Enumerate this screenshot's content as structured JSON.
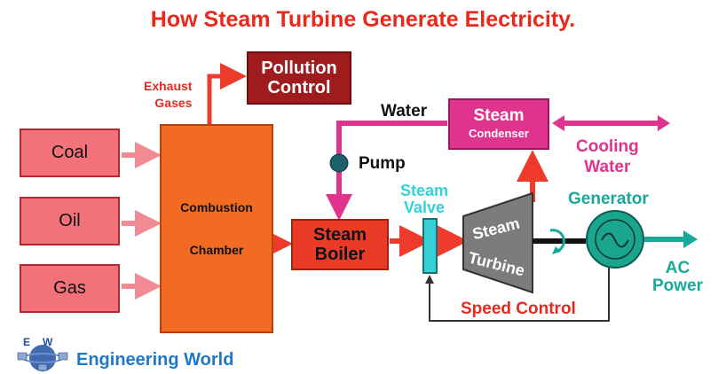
{
  "title": "How Steam Turbine Generate Electricity",
  "title_dot": ".",
  "fuels": [
    "Coal",
    "Oil",
    "Gas"
  ],
  "combustion": {
    "line1": "Combustion",
    "line2": "Chamber"
  },
  "exhaust": {
    "line1": "Exhaust",
    "line2": "Gases"
  },
  "pollution": {
    "line1": "Pollution",
    "line2": "Control"
  },
  "boiler": {
    "line1": "Steam",
    "line2": "Boiler"
  },
  "water": "Water",
  "pump": "Pump",
  "condenser": {
    "line1": "Steam",
    "line2": "Condenser"
  },
  "cooling": {
    "line1": "Cooling",
    "line2": "Water"
  },
  "valve": {
    "line1": "Steam",
    "line2": "Valve"
  },
  "turbine": {
    "line1": "Steam",
    "line2": "Turbine"
  },
  "generator": "Generator",
  "ac": {
    "line1": "AC",
    "line2": "Power"
  },
  "speed_control": "Speed Control",
  "logo": {
    "letters": "EW",
    "name": "Engineering World"
  },
  "colors": {
    "title": "#e8291c",
    "fuel": "#f3727a",
    "combustion": "#f26b22",
    "pollution": "#9e1b1e",
    "boiler": "#ea3b26",
    "condenser": "#e0338e",
    "steam_path": "#ef3b2c",
    "water_path": "#e0338e",
    "teal": "#19a89a",
    "generator": "#1aa58f",
    "turbine": "#7c7c7c",
    "valve": "#33d2d7"
  }
}
